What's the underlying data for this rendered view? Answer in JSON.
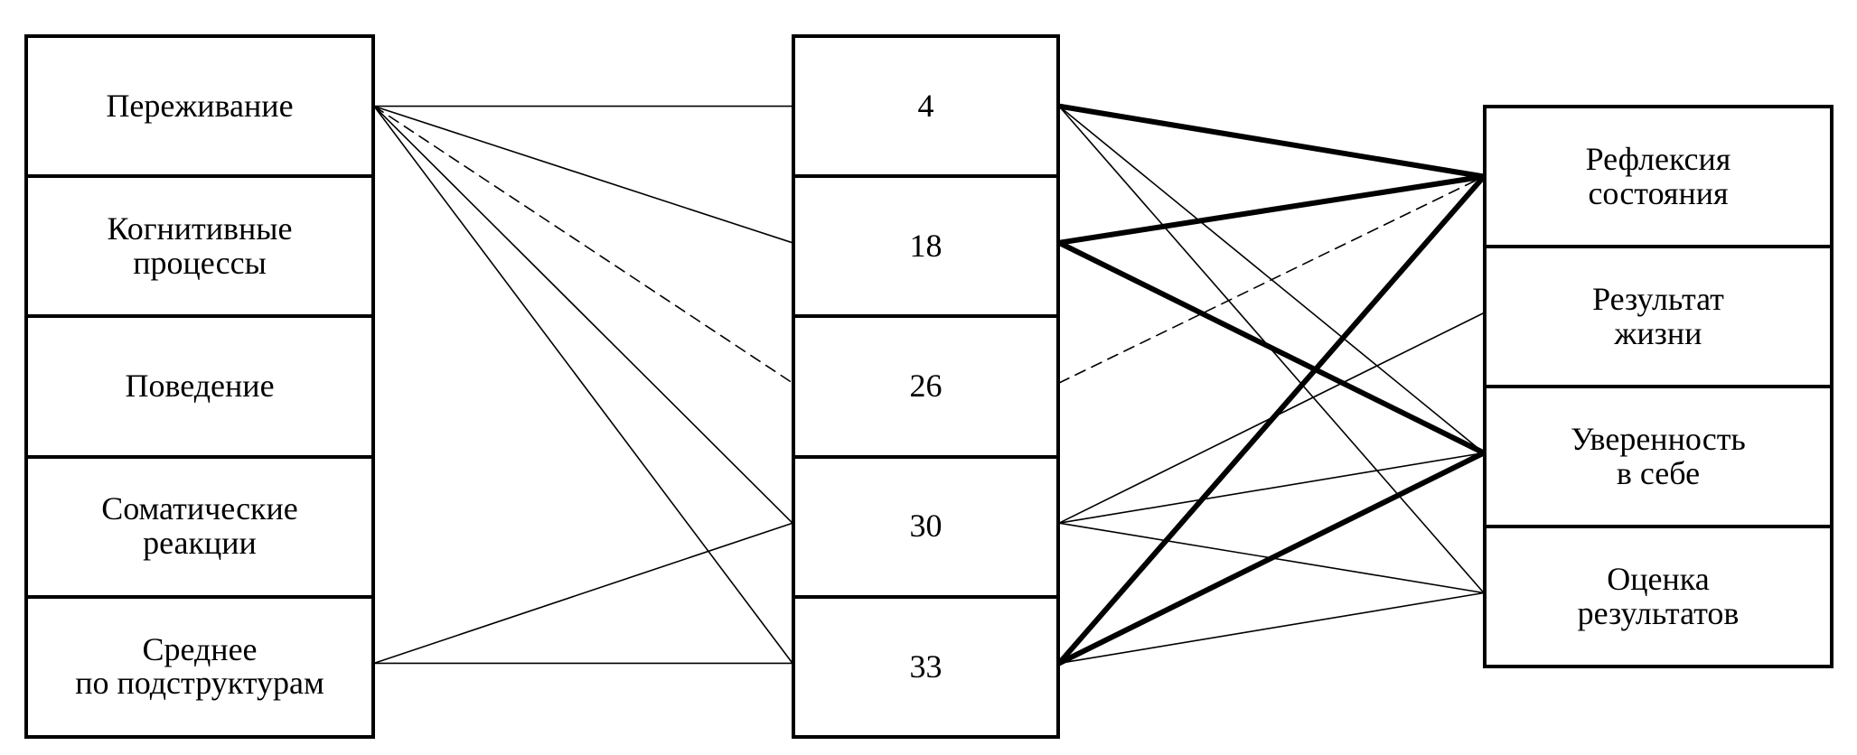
{
  "diagram": {
    "left_column": {
      "items": [
        {
          "id": "perezhivanie",
          "label": "Переживание"
        },
        {
          "id": "kognitivnye",
          "label": "Когнитивные\nпроцессы"
        },
        {
          "id": "povedenie",
          "label": "Поведение"
        },
        {
          "id": "somaticheskie",
          "label": "Соматические\nреакции"
        },
        {
          "id": "srednee",
          "label": "Среднее\nпо подструктурам"
        }
      ]
    },
    "middle_column": {
      "items": [
        {
          "id": "m4",
          "label": "4"
        },
        {
          "id": "m18",
          "label": "18"
        },
        {
          "id": "m26",
          "label": "26"
        },
        {
          "id": "m30",
          "label": "30"
        },
        {
          "id": "m33",
          "label": "33"
        }
      ]
    },
    "right_column": {
      "items": [
        {
          "id": "refleksiya",
          "label": "Рефлексия\nсостояния"
        },
        {
          "id": "rezultat",
          "label": "Результат\nжизни"
        },
        {
          "id": "uverennost",
          "label": "Уверенность\nв себе"
        },
        {
          "id": "otsenka",
          "label": "Оценка\nрезультатов"
        }
      ]
    },
    "links": [
      {
        "from": "perezhivanie",
        "to": "m4",
        "style": "solid"
      },
      {
        "from": "perezhivanie",
        "to": "m18",
        "style": "solid"
      },
      {
        "from": "perezhivanie",
        "to": "m26",
        "style": "dashed"
      },
      {
        "from": "perezhivanie",
        "to": "m30",
        "style": "solid"
      },
      {
        "from": "perezhivanie",
        "to": "m33",
        "style": "solid"
      },
      {
        "from": "srednee",
        "to": "m30",
        "style": "solid"
      },
      {
        "from": "srednee",
        "to": "m33",
        "style": "solid"
      },
      {
        "from": "m4",
        "to": "refleksiya",
        "style": "bold"
      },
      {
        "from": "m4",
        "to": "uverennost",
        "style": "solid"
      },
      {
        "from": "m4",
        "to": "otsenka",
        "style": "solid"
      },
      {
        "from": "m18",
        "to": "refleksiya",
        "style": "bold"
      },
      {
        "from": "m18",
        "to": "uverennost",
        "style": "bold"
      },
      {
        "from": "m26",
        "to": "refleksiya",
        "style": "dashed"
      },
      {
        "from": "m30",
        "to": "rezultat",
        "style": "solid"
      },
      {
        "from": "m30",
        "to": "uverennost",
        "style": "solid"
      },
      {
        "from": "m30",
        "to": "otsenka",
        "style": "solid"
      },
      {
        "from": "m33",
        "to": "refleksiya",
        "style": "bold"
      },
      {
        "from": "m33",
        "to": "uverennost",
        "style": "bold"
      },
      {
        "from": "m33",
        "to": "otsenka",
        "style": "solid"
      }
    ],
    "colors": {
      "line": "#000000",
      "background": "#ffffff"
    }
  }
}
